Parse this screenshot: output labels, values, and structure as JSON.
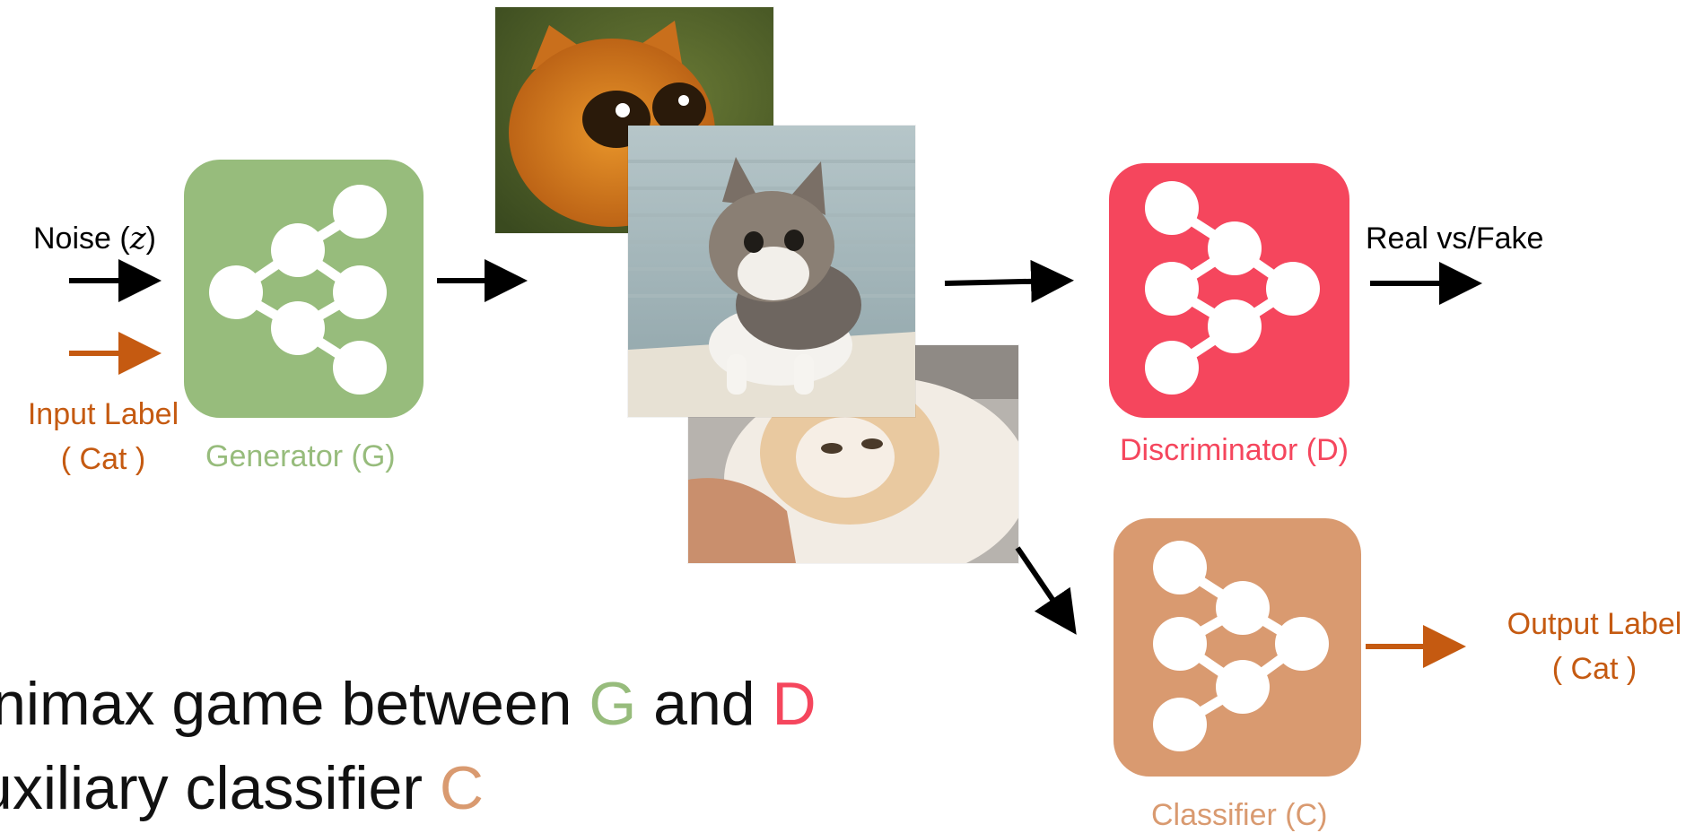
{
  "inputs": {
    "noise_label": "Noise (",
    "noise_symbol": "z",
    "noise_close": ")",
    "input_label_line1": "Input Label",
    "input_label_line2": "( Cat )"
  },
  "generator": {
    "label": "Generator (G)",
    "color": "#97bc7c"
  },
  "discriminator": {
    "label": "Discriminator (D)",
    "color": "#f5465d",
    "output": "Real vs/Fake"
  },
  "classifier": {
    "label": "Classifier (C)",
    "color": "#d99a70",
    "output_line1": "Output Label",
    "output_line2": "( Cat )"
  },
  "colors": {
    "arrow_black": "#000000",
    "arrow_orange": "#c55a11",
    "label_orange": "#c55a11",
    "generator_text": "#97bc7c",
    "discriminator_text": "#f5465d",
    "classifier_text": "#d99a70"
  },
  "bullets": {
    "line1_prefix": "inimax game between ",
    "line1_g": "G",
    "line1_mid": " and ",
    "line1_d": "D",
    "line2_prefix": "uxiliary classifier ",
    "line2_c": "C"
  },
  "images": [
    {
      "name": "orange-cartoon-cat-photo"
    },
    {
      "name": "tabby-kitten-photo"
    },
    {
      "name": "fluffy-persian-cat-photo"
    }
  ]
}
